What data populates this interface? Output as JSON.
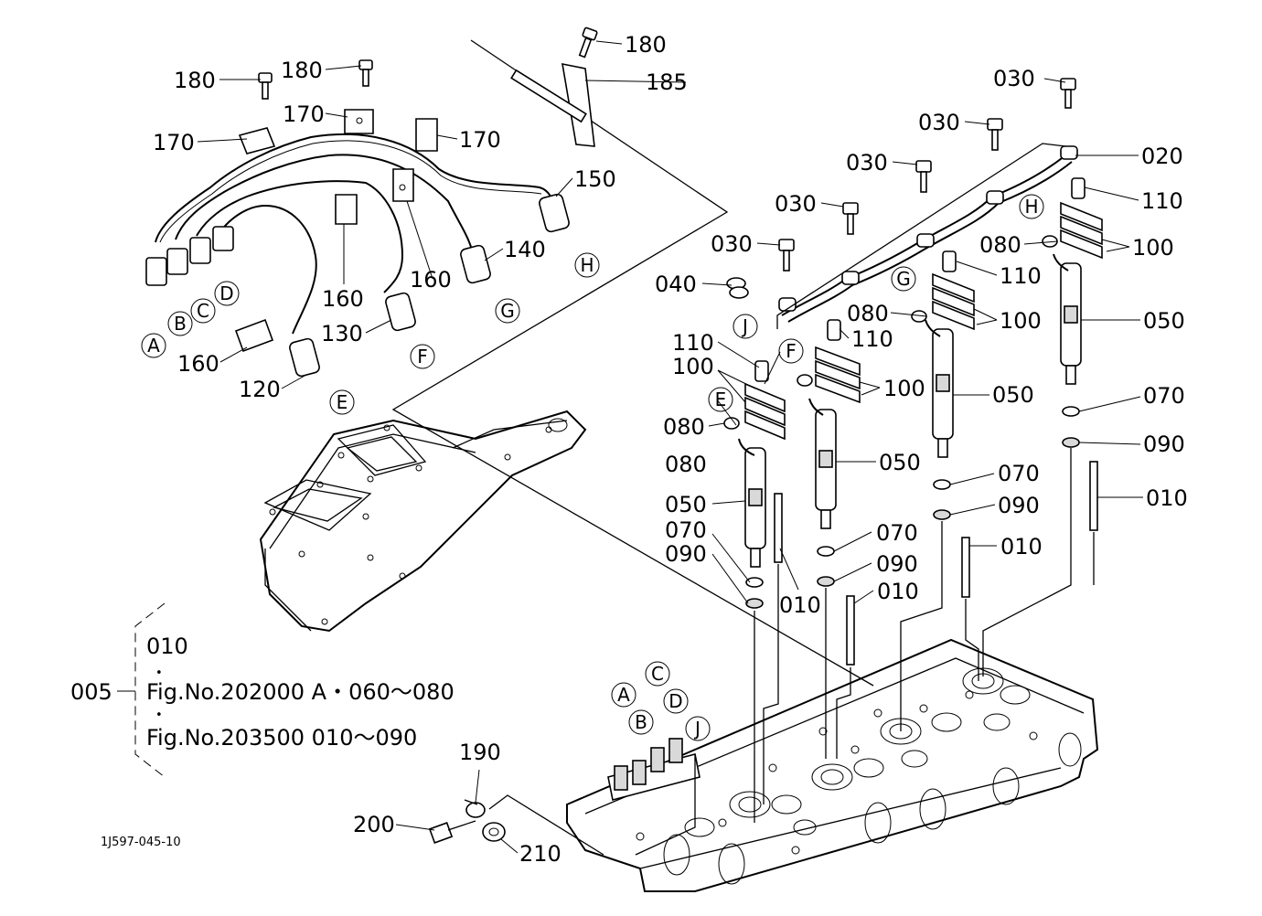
{
  "figure_code": "1J597-045-10",
  "callouts": {
    "c010": "010",
    "c020": "020",
    "c030": "030",
    "c040": "040",
    "c050": "050",
    "c070": "070",
    "c080": "080",
    "c090": "090",
    "c100": "100",
    "c110": "110",
    "c120": "120",
    "c130": "130",
    "c140": "140",
    "c150": "150",
    "c160": "160",
    "c170": "170",
    "c180": "180",
    "c185": "185",
    "c190": "190",
    "c200": "200",
    "c210": "210"
  },
  "circled_letters": {
    "A": "A",
    "B": "B",
    "C": "C",
    "D": "D",
    "E": "E",
    "F": "F",
    "G": "G",
    "H": "H",
    "J": "J"
  },
  "note": {
    "ref": "005",
    "line1": "010",
    "line2": "Fig.No.202000  A・060～080",
    "line3": "Fig.No.203500  010～090",
    "dot": "•"
  }
}
